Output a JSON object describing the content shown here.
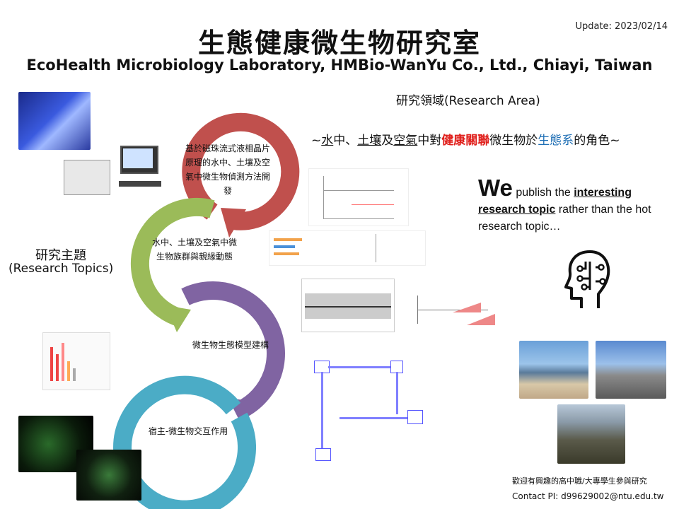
{
  "header": {
    "title_zh": "生態健康微生物研究室",
    "title_en": "EcoHealth Microbiology Laboratory, HMBio-WanYu Co., Ltd., Chiayi, Taiwan",
    "update": "Update: 2023/02/14"
  },
  "research_area": {
    "title": "研究領域(Research Area)",
    "tagline_parts": [
      "~",
      "水",
      "中、",
      "土壤",
      "及",
      "空氣",
      "中對",
      "健康關聯",
      "微生物於",
      "生態系",
      "的角色~"
    ]
  },
  "publish": {
    "we": "We",
    "text1": " publish the ",
    "bold1": "interesting",
    "bold2": "research topic",
    "text2": " rather than the hot research topic…"
  },
  "topics": {
    "title_zh": "研究主題",
    "title_en": "(Research Topics)",
    "items": [
      "基於磁珠流式液相晶片原理的水中、土壤及空氣中微生物偵測方法開發",
      "水中、土壤及空氣中微生物族群與親緣動態",
      "微生物生態模型建構",
      "宿主-微生物交互作用"
    ]
  },
  "footer": {
    "welcome": "歡迎有興趣的高中職/大專學生參與研究",
    "contact": "Contact PI: d99629002@ntu.edu.tw"
  },
  "colors": {
    "ring1": "#c0504d",
    "ring2": "#9bbb59",
    "ring3": "#8064a2",
    "ring4": "#4bacc6",
    "highlight_red": "#e0201c",
    "highlight_blue": "#1f6fb5"
  },
  "icons": [
    "brain-circuit-icon"
  ]
}
